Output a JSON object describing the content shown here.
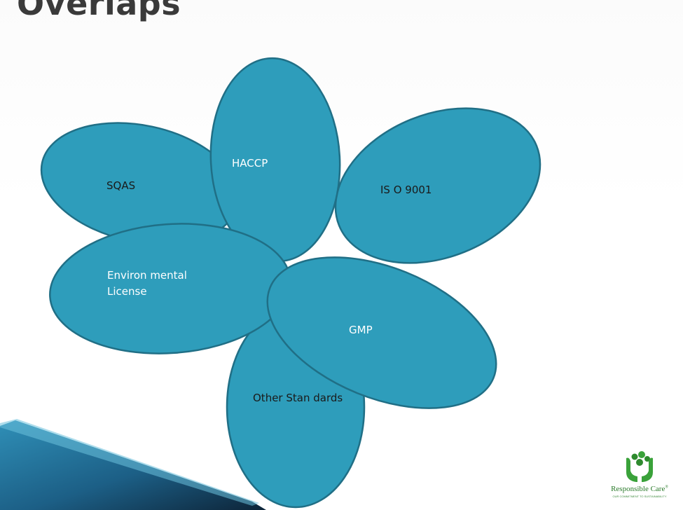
{
  "slide": {
    "title": "Overlaps"
  },
  "diagram": {
    "petals": [
      {
        "id": "sqas",
        "label": "SQAS"
      },
      {
        "id": "iso9001",
        "label": "IS O 9001"
      },
      {
        "id": "haccp",
        "label": "HACCP"
      },
      {
        "id": "other-standards",
        "label": "Other Stan dards"
      },
      {
        "id": "environmental-license",
        "label": "Environ mental",
        "label2": "License"
      },
      {
        "id": "gmp",
        "label": "GMP"
      }
    ],
    "colors": {
      "petal_fill": "#2e9dbb",
      "petal_stroke": "#206f86",
      "dark_label": "#1a1a1a",
      "light_label": "#ffffff"
    }
  },
  "logo": {
    "text": "Responsible Care",
    "registered": "®",
    "tagline": "OUR COMMITMENT TO SUSTAINABILITY",
    "colors": {
      "hands": "#3aa23a",
      "drops": "#2e8a2e"
    }
  },
  "decoration": {
    "ribbon_color": "#1f6f95",
    "ribbon_dark": "#0f2c44"
  }
}
